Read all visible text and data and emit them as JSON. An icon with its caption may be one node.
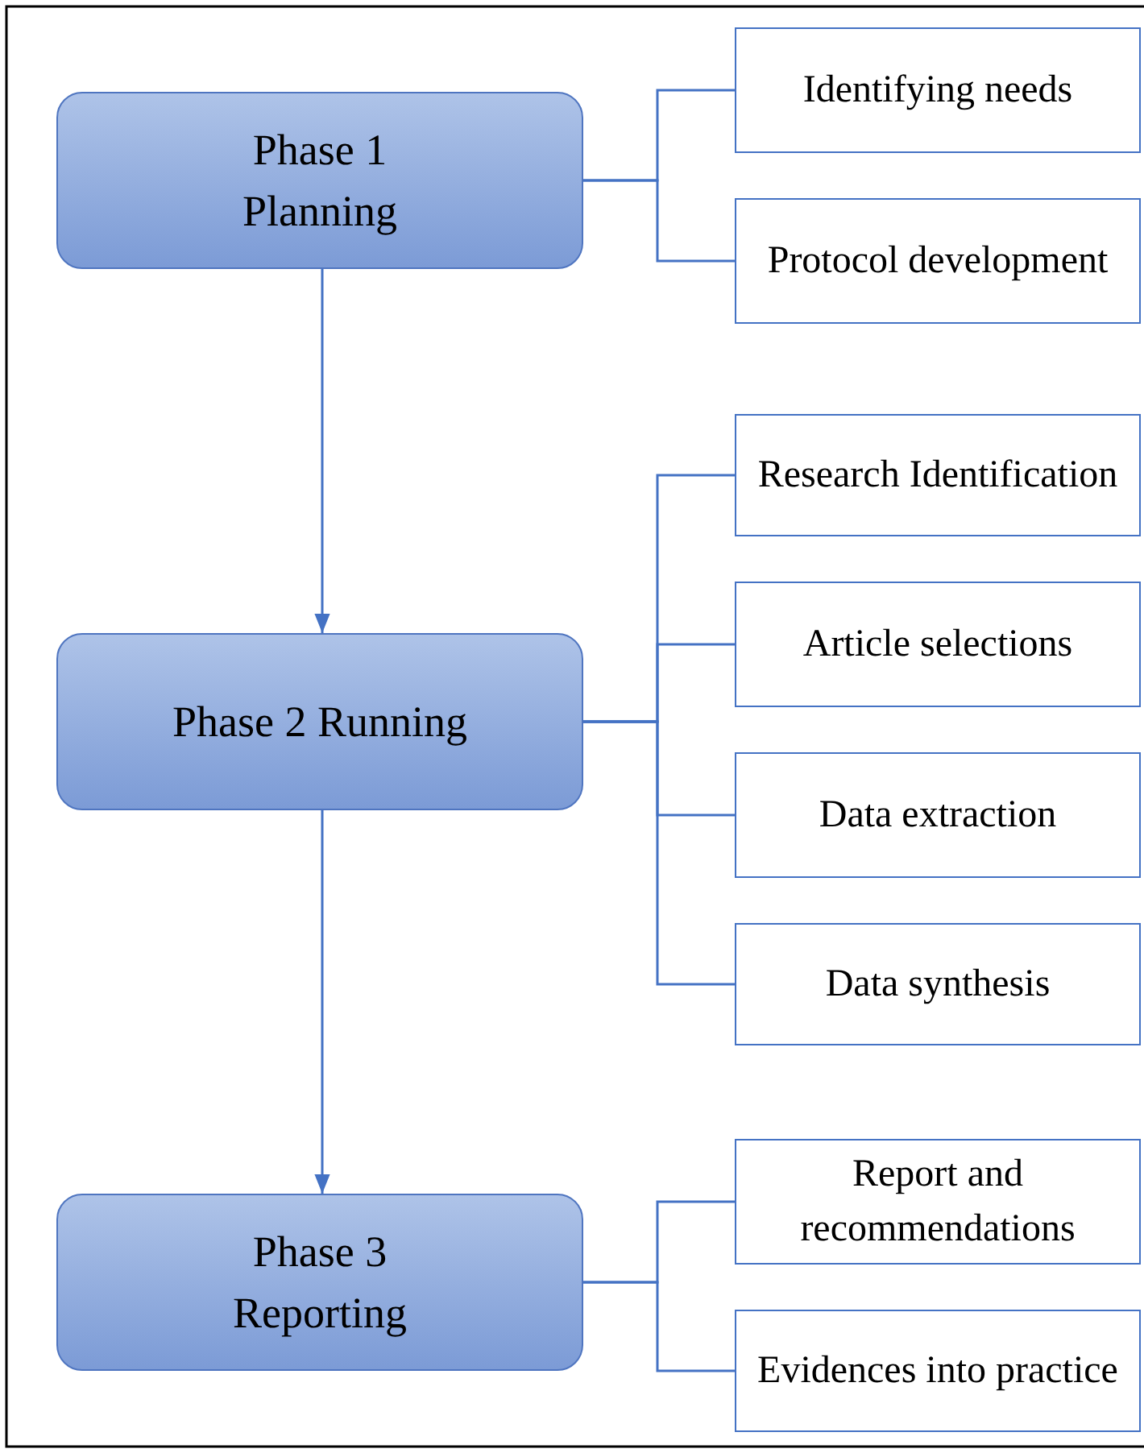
{
  "diagram": {
    "nodes": [
      {
        "text": [
          "Phase 1 Planning"
        ]
      },
      {
        "text": [
          "Identifying needs"
        ]
      },
      {
        "text": [
          "Protocol development"
        ]
      },
      {
        "text": [
          "Phase 2 Running"
        ]
      },
      {
        "text": [
          "Research Identification"
        ]
      },
      {
        "text": [
          "Article selections"
        ]
      },
      {
        "text": [
          "Data extraction"
        ]
      },
      {
        "text": [
          "Data synthesis"
        ]
      },
      {
        "text": [
          "Phase 3 Reporting"
        ]
      },
      {
        "text": [
          "Report and recommendations"
        ]
      },
      {
        "text": [
          "Evidences into practice"
        ]
      }
    ],
    "edges": [
      {
        "from": 0,
        "to": 3,
        "arrow": "to"
      },
      {
        "from": 3,
        "to": 8,
        "arrow": "to"
      },
      {
        "from": 0,
        "to": 1,
        "arrow": "none"
      },
      {
        "from": 0,
        "to": 2,
        "arrow": "none"
      },
      {
        "from": 3,
        "to": 4,
        "arrow": "none"
      },
      {
        "from": 3,
        "to": 5,
        "arrow": "none"
      },
      {
        "from": 3,
        "to": 6,
        "arrow": "none"
      },
      {
        "from": 3,
        "to": 7,
        "arrow": "none"
      },
      {
        "from": 8,
        "to": 9,
        "arrow": "none"
      },
      {
        "from": 8,
        "to": 10,
        "arrow": "none"
      }
    ]
  }
}
